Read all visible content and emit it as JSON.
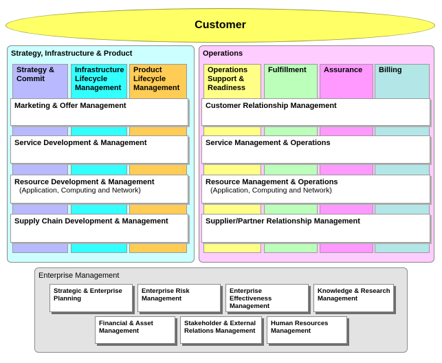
{
  "customer": {
    "label": "Customer"
  },
  "strategy": {
    "title": "Strategy, Infrastructure & Product",
    "columns": [
      {
        "label": "Strategy &\nCommit",
        "color": "#b9b9ff"
      },
      {
        "label": "Infrastructure\nLifecycle\nManagement",
        "color": "#33ffff"
      },
      {
        "label": "Product\nLifecycle\nManagement",
        "color": "#ffcc55"
      }
    ],
    "rows": [
      {
        "title": "Marketing & Offer Management",
        "sub": ""
      },
      {
        "title": "Service Development & Management",
        "sub": ""
      },
      {
        "title": "Resource Development & Management",
        "sub": "(Application, Computing and Network)"
      },
      {
        "title": "Supply Chain Development & Management",
        "sub": ""
      }
    ]
  },
  "operations": {
    "title": "Operations",
    "columns": [
      {
        "label": "Operations\nSupport &\nReadiness",
        "color": "#ffff88"
      },
      {
        "label": "Fulfillment",
        "color": "#bbffbb"
      },
      {
        "label": "Assurance",
        "color": "#ff99ff"
      },
      {
        "label": "Billing",
        "color": "#b3e6e6"
      }
    ],
    "rows": [
      {
        "title": "Customer Relationship Management",
        "sub": ""
      },
      {
        "title": "Service Management & Operations",
        "sub": ""
      },
      {
        "title": "Resource Management & Operations",
        "sub": "(Application, Computing and Network)"
      },
      {
        "title": "Supplier/Partner Relationship Management",
        "sub": ""
      }
    ]
  },
  "enterprise": {
    "title": "Enterprise Management",
    "boxes": [
      "Strategic & Enterprise\nPlanning",
      "Enterprise Risk\nManagement",
      "Enterprise Effectiveness\nManagement",
      "Knowledge & Research\nManagement",
      "Financial & Asset\nManagement",
      "Stakeholder & External\nRelations Management",
      "Human Resources\nManagement"
    ]
  },
  "colors": {
    "customer_fill": "#ffff66",
    "strategy_panel": "#ccffff",
    "operations_panel": "#ffccff",
    "enterprise_panel": "#e3e3e3"
  }
}
